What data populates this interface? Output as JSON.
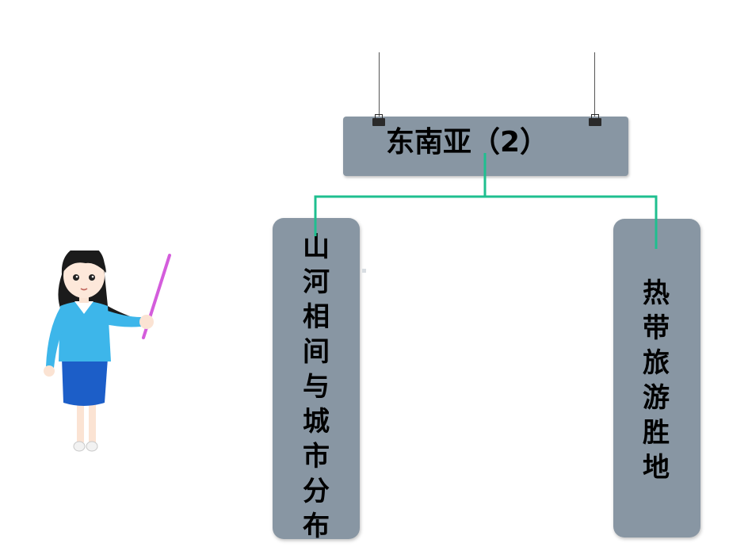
{
  "diagram": {
    "title": "东南亚（2）",
    "branches": [
      {
        "label": "山河相间与城市分布"
      },
      {
        "label": "热带旅游胜地"
      }
    ]
  },
  "colors": {
    "board": "#8896a3",
    "connector": "#1fbf8f",
    "text": "#000000"
  },
  "icons": {
    "teacher": "teacher-with-pointer-illustration",
    "clip": "binder-clip-icon"
  }
}
